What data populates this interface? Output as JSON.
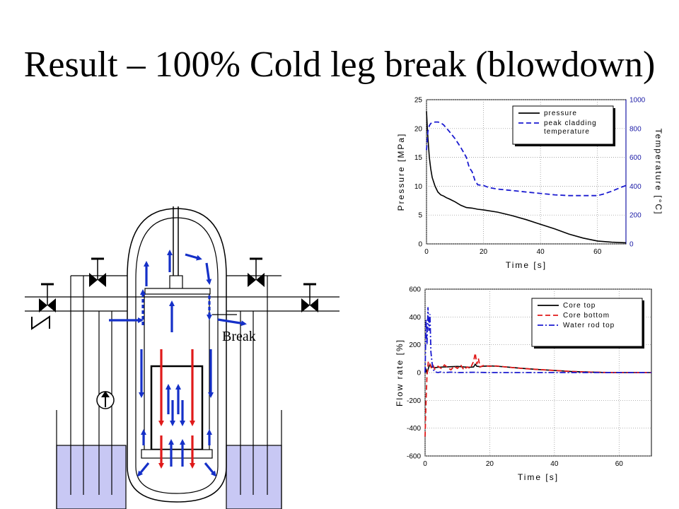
{
  "title": "Result – 100% Cold leg break (blowdown)",
  "diagram": {
    "break_label": "Break",
    "colors": {
      "upflow": "#1530c8",
      "downflow": "#e01a1a",
      "water": "#c8c8f4"
    }
  },
  "chart_data": [
    {
      "type": "line",
      "xlabel": "Time [s]",
      "ylabel": "Pressure [MPa]",
      "y2label": "Temperature [°C]",
      "xlim": [
        0,
        70
      ],
      "ylim": [
        0,
        25
      ],
      "y2lim": [
        0,
        1000
      ],
      "xticks": [
        "0",
        "20",
        "40",
        "60"
      ],
      "yticks": [
        "0",
        "5",
        "10",
        "15",
        "20",
        "25"
      ],
      "y2ticks": [
        "0",
        "200",
        "400",
        "600",
        "800",
        "1000"
      ],
      "grid": true,
      "legend": "top-right",
      "series": [
        {
          "name": "pressure",
          "axis": "left",
          "color": "#000000",
          "style": "solid",
          "x": [
            0,
            0.3,
            0.7,
            1.0,
            1.5,
            2,
            3,
            4,
            5,
            6,
            7,
            8,
            10,
            12,
            14,
            16,
            18,
            20,
            25,
            30,
            35,
            40,
            45,
            50,
            55,
            60,
            65,
            70
          ],
          "y": [
            23,
            20,
            17,
            15,
            13,
            11.5,
            10,
            9,
            8.5,
            8.3,
            8,
            7.8,
            7.3,
            6.7,
            6.3,
            6.2,
            6,
            5.9,
            5.5,
            4.9,
            4.2,
            3.4,
            2.6,
            1.7,
            1.0,
            0.5,
            0.3,
            0.2
          ]
        },
        {
          "name": "peak cladding temperature",
          "axis": "right",
          "color": "#1a1ad0",
          "style": "dashed",
          "x": [
            0,
            0.5,
            1,
            1.5,
            2,
            3,
            4,
            5,
            6,
            8,
            10,
            12,
            14,
            15,
            16,
            17,
            18,
            20,
            22,
            25,
            30,
            35,
            40,
            45,
            50,
            55,
            58,
            60,
            62,
            65,
            68,
            70
          ],
          "y": [
            650,
            780,
            820,
            835,
            840,
            845,
            845,
            840,
            825,
            780,
            730,
            670,
            600,
            530,
            500,
            440,
            410,
            405,
            390,
            380,
            370,
            360,
            350,
            340,
            335,
            335,
            335,
            335,
            345,
            365,
            390,
            405
          ]
        }
      ]
    },
    {
      "type": "line",
      "xlabel": "Time [s]",
      "ylabel": "Flow rate [%]",
      "xlim": [
        0,
        70
      ],
      "ylim": [
        -600,
        600
      ],
      "xticks": [
        "0",
        "20",
        "40",
        "60"
      ],
      "yticks": [
        "-600",
        "-400",
        "-200",
        "0",
        "200",
        "400",
        "600"
      ],
      "grid": true,
      "legend": "top-right",
      "series": [
        {
          "name": "Core top",
          "color": "#000000",
          "style": "solid",
          "x": [
            0,
            0.3,
            0.6,
            1,
            1.5,
            2,
            3,
            4,
            6,
            8,
            10,
            12,
            14,
            15,
            15.5,
            16,
            17,
            18,
            20,
            22,
            25,
            30,
            35,
            40,
            45,
            50,
            55,
            60,
            65,
            70
          ],
          "y": [
            0,
            20,
            -10,
            30,
            60,
            40,
            35,
            38,
            40,
            42,
            44,
            40,
            38,
            40,
            60,
            45,
            42,
            45,
            48,
            46,
            40,
            30,
            22,
            15,
            8,
            4,
            1,
            0,
            0,
            0
          ]
        },
        {
          "name": "Core bottom",
          "color": "#e01a1a",
          "style": "dashed",
          "x": [
            0,
            0.3,
            0.6,
            1,
            1.5,
            2,
            2.5,
            3,
            4,
            5,
            6,
            7,
            8,
            9,
            10,
            11,
            12,
            13,
            14,
            15,
            15.5,
            16,
            16.5,
            17,
            18,
            20,
            22,
            25,
            30,
            35,
            40,
            45,
            50,
            55,
            60,
            65,
            70
          ],
          "y": [
            -460,
            -200,
            -20,
            80,
            60,
            30,
            50,
            25,
            45,
            30,
            55,
            35,
            20,
            45,
            30,
            55,
            20,
            40,
            30,
            80,
            140,
            60,
            100,
            40,
            50,
            45,
            48,
            40,
            30,
            22,
            15,
            8,
            4,
            1,
            0,
            0,
            0
          ]
        },
        {
          "name": "Water rod top",
          "color": "#1a1ad0",
          "style": "dashdot",
          "x": [
            0,
            0.3,
            0.6,
            0.9,
            1.2,
            1.5,
            1.8,
            2.2,
            2.6,
            3,
            4,
            5,
            6,
            8,
            10,
            15,
            20,
            30,
            40,
            50,
            60,
            70
          ],
          "y": [
            0,
            380,
            200,
            470,
            300,
            420,
            150,
            60,
            20,
            5,
            0,
            5,
            0,
            3,
            0,
            2,
            0,
            0,
            0,
            0,
            0,
            0
          ]
        }
      ]
    }
  ]
}
